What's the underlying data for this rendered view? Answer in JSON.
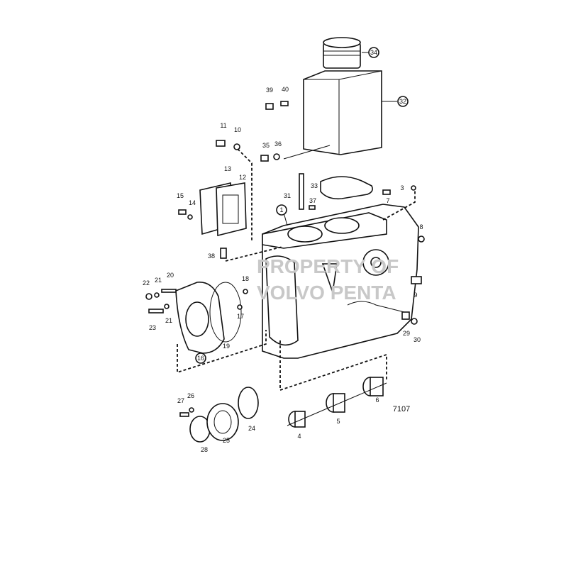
{
  "diagram": {
    "reference_number": "7107",
    "watermark": [
      "PROPERTY OF",
      "VOLVO PENTA"
    ],
    "callouts": {
      "c1": "1",
      "c3": "3",
      "c4": "4",
      "c5": "5",
      "c6": "6",
      "c7": "7",
      "c8": "8",
      "c9": "9",
      "c10": "10",
      "c11": "11",
      "c12": "12",
      "c13": "13",
      "c14": "14",
      "c15": "15",
      "c16": "16",
      "c17": "17",
      "c18": "18",
      "c19": "19",
      "c20": "20",
      "c21a": "21",
      "c21b": "21",
      "c22": "22",
      "c23": "23",
      "c24": "24",
      "c25": "25",
      "c26": "26",
      "c27": "27",
      "c28": "28",
      "c29": "29",
      "c30": "30",
      "c31": "31",
      "c32": "32",
      "c33": "33",
      "c34": "34",
      "c35": "35",
      "c36": "36",
      "c37": "37",
      "c38": "38",
      "c39": "39",
      "c40": "40"
    }
  }
}
